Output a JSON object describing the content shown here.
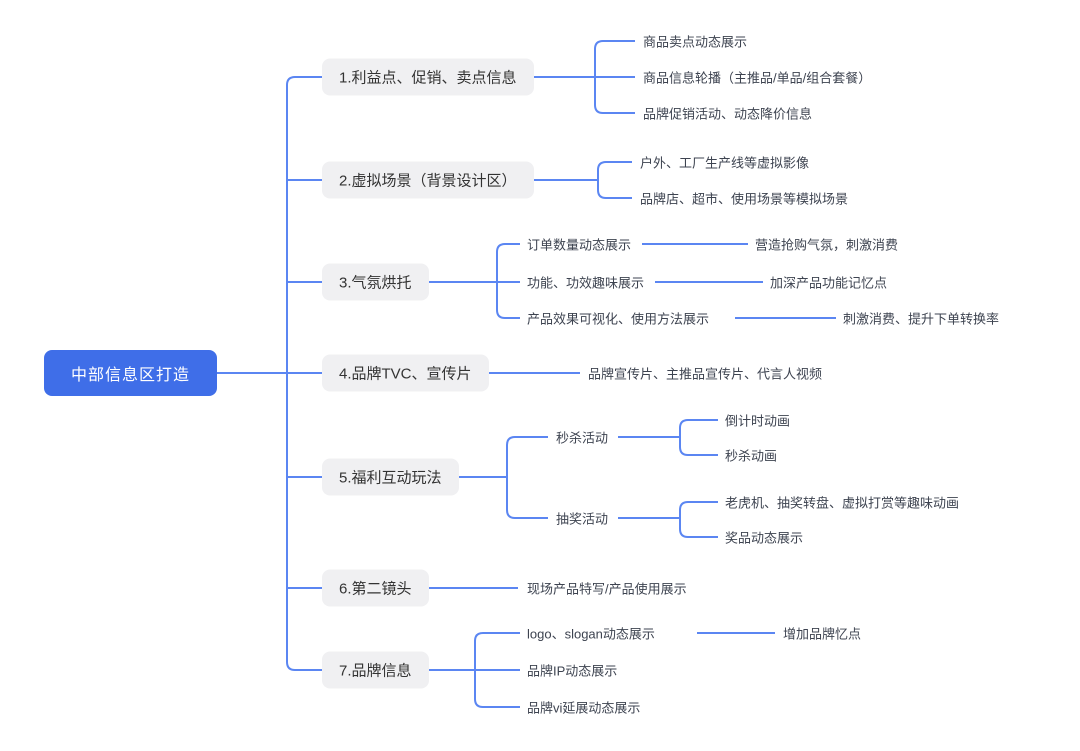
{
  "colors": {
    "root_bg": "#3f6ee8",
    "root_text": "#ffffff",
    "branch_bg": "#f0f0f2",
    "branch_text": "#333333",
    "leaf_text": "#3d4350",
    "line": "#5b86f2"
  },
  "root": {
    "label": "中部信息区打造"
  },
  "branches": [
    {
      "label": "1.利益点、促销、卖点信息",
      "children": [
        {
          "label": "商品卖点动态展示"
        },
        {
          "label": "商品信息轮播（主推品/单品/组合套餐）"
        },
        {
          "label": "品牌促销活动、动态降价信息"
        }
      ]
    },
    {
      "label": "2.虚拟场景（背景设计区）",
      "children": [
        {
          "label": "户外、工厂生产线等虚拟影像"
        },
        {
          "label": "品牌店、超市、使用场景等模拟场景"
        }
      ]
    },
    {
      "label": "3.气氛烘托",
      "children": [
        {
          "label": "订单数量动态展示",
          "children": [
            {
              "label": "营造抢购气氛，刺激消费"
            }
          ]
        },
        {
          "label": "功能、功效趣味展示",
          "children": [
            {
              "label": "加深产品功能记忆点"
            }
          ]
        },
        {
          "label": "产品效果可视化、使用方法展示",
          "children": [
            {
              "label": "刺激消费、提升下单转换率"
            }
          ]
        }
      ]
    },
    {
      "label": "4.品牌TVC、宣传片",
      "children": [
        {
          "label": "品牌宣传片、主推品宣传片、代言人视频"
        }
      ]
    },
    {
      "label": "5.福利互动玩法",
      "children": [
        {
          "label": "秒杀活动",
          "children": [
            {
              "label": "倒计时动画"
            },
            {
              "label": "秒杀动画"
            }
          ]
        },
        {
          "label": "抽奖活动",
          "children": [
            {
              "label": "老虎机、抽奖转盘、虚拟打赏等趣味动画"
            },
            {
              "label": "奖品动态展示"
            }
          ]
        }
      ]
    },
    {
      "label": "6.第二镜头",
      "children": [
        {
          "label": "现场产品特写/产品使用展示"
        }
      ]
    },
    {
      "label": "7.品牌信息",
      "children": [
        {
          "label": "logo、slogan动态展示",
          "children": [
            {
              "label": "增加品牌忆点"
            }
          ]
        },
        {
          "label": "品牌IP动态展示"
        },
        {
          "label": "品牌vi延展动态展示"
        }
      ]
    }
  ]
}
